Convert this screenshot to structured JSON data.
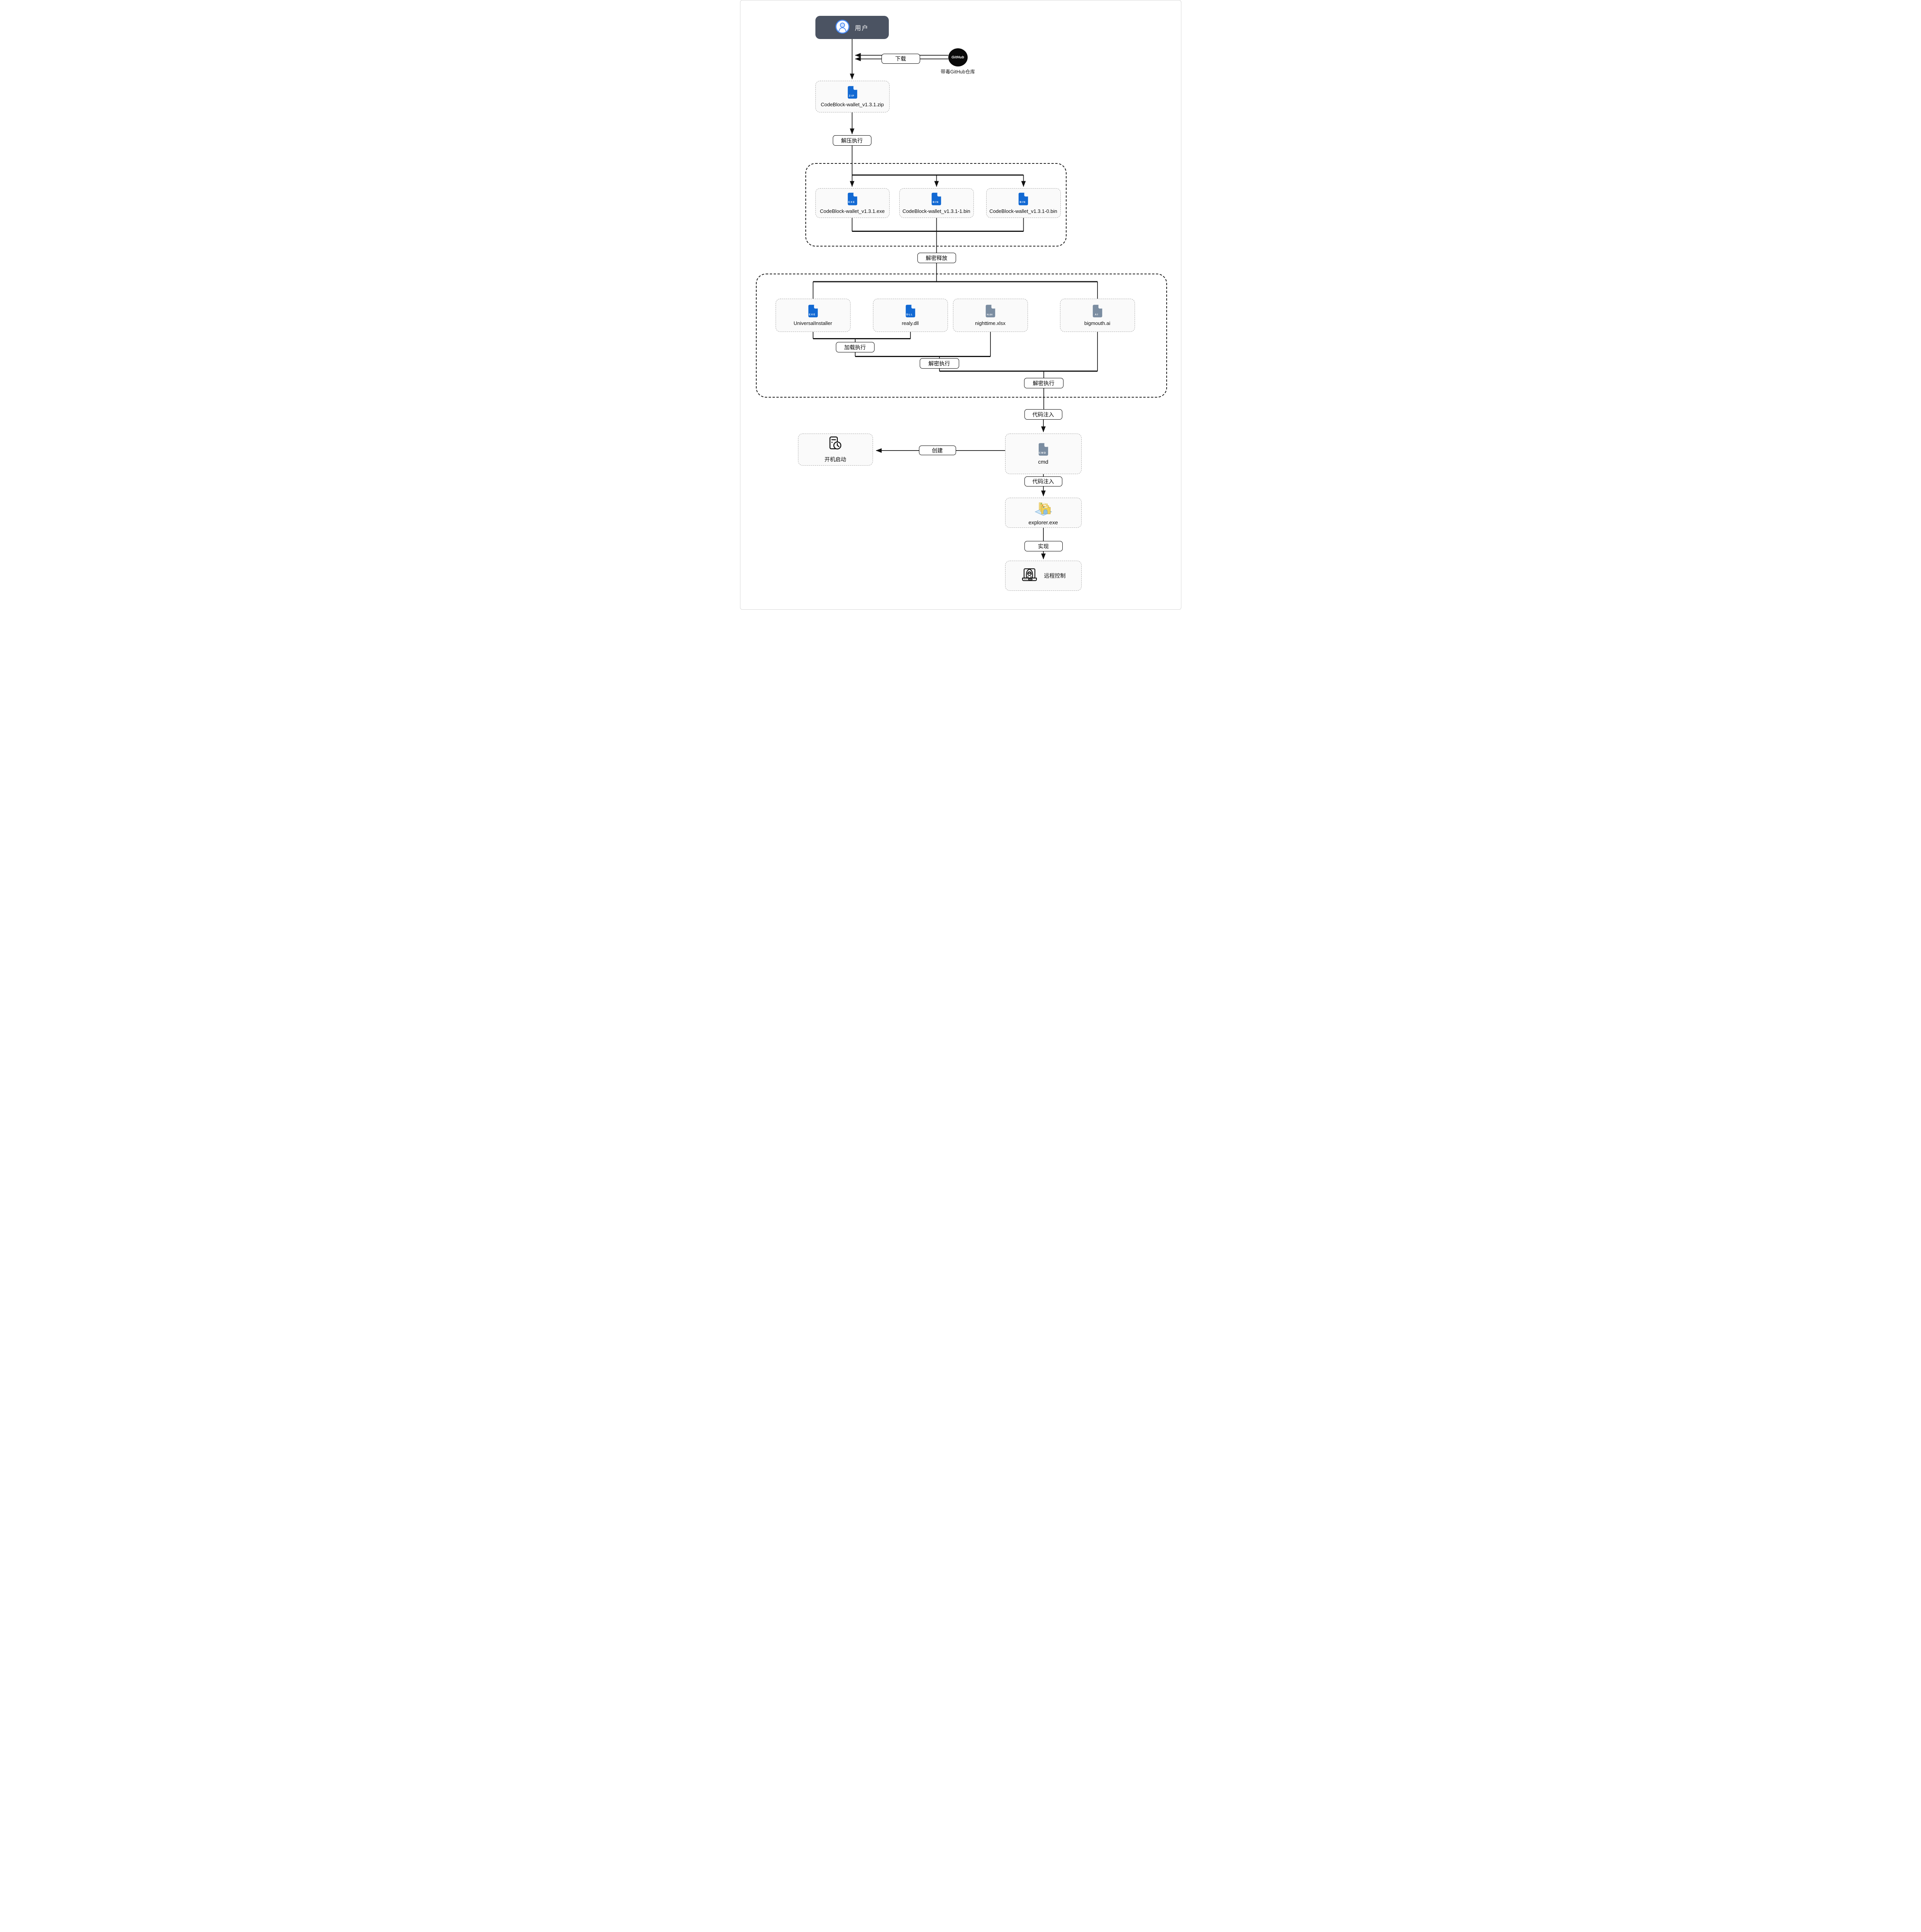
{
  "colors": {
    "blue-file": "#1269d3",
    "gray-file": "#7b8da1",
    "user-box": "#4b5362",
    "node-fill": "#fafafa",
    "accent-blue": "#4285f4",
    "line": "#111111"
  },
  "nodes": {
    "user": {
      "label": "用户"
    },
    "github": {
      "logo": "GitHub",
      "caption": "带毒GitHub仓库"
    },
    "zip": {
      "badge": "ZIP",
      "caption": "CodeBlock-wallet_v1.3.1.zip"
    },
    "exe": {
      "badge": "EXE",
      "caption": "CodeBlock-wallet_v1.3.1.exe"
    },
    "bin1": {
      "badge": "BIN",
      "caption": "CodeBlock-wallet_v1.3.1-1.bin"
    },
    "bin0": {
      "badge": "BIN",
      "caption": "CodeBlock-wallet_v1.3.1-0.bin"
    },
    "installer": {
      "badge": "EXE",
      "caption": "UniversalInstaller"
    },
    "dll": {
      "badge": "DLL",
      "caption": "realy.dll"
    },
    "xlsx": {
      "badge": "XLSX",
      "caption": "nighttime.xlsx"
    },
    "ai": {
      "badge": "AI",
      "caption": "bigmouth.ai"
    },
    "cmd": {
      "badge": "CMD",
      "caption": "cmd"
    },
    "boot": {
      "caption": "开机启动"
    },
    "explorer": {
      "caption": "explorer.exe"
    },
    "remote": {
      "caption": "远程控制"
    }
  },
  "edge_labels": {
    "download": "下载",
    "unzip_exec": "解压执行",
    "decrypt_release": "解密释放",
    "load_exec": "加载执行",
    "decrypt_exec_1": "解密执行",
    "decrypt_exec_2": "解密执行",
    "code_inject_1": "代码注入",
    "create": "创建",
    "code_inject_2": "代码注入",
    "realize": "实现"
  }
}
